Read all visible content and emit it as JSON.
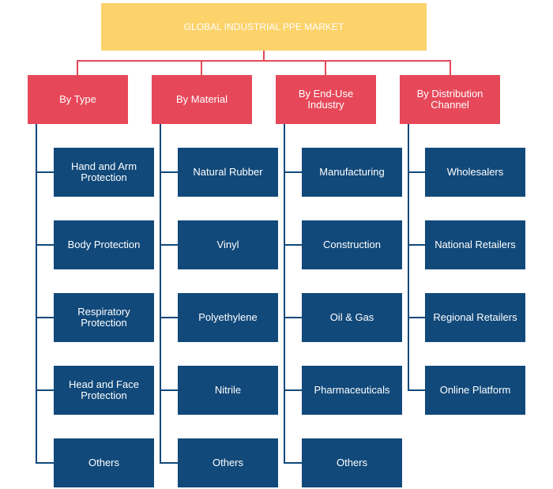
{
  "title": "GLOBAL INDUSTRIAL PPE MARKET",
  "categories": [
    {
      "label": "By Type",
      "items": [
        "Hand and Arm Protection",
        "Body Protection",
        "Respiratory Protection",
        "Head and Face Protection",
        "Others"
      ]
    },
    {
      "label": "By Material",
      "items": [
        "Natural Rubber",
        "Vinyl",
        "Polyethylene",
        "Nitrile",
        "Others"
      ]
    },
    {
      "label": "By End-Use Industry",
      "items": [
        "Manufacturing",
        "Construction",
        "Oil & Gas",
        "Pharmaceuticals",
        "Others"
      ]
    },
    {
      "label": "By Distribution Channel",
      "items": [
        "Wholesalers",
        "National Retailers",
        "Regional Retailers",
        "Online Platform"
      ]
    }
  ],
  "colors": {
    "root": "#fcd26a",
    "category": "#e6485a",
    "leaf": "#11497a"
  }
}
